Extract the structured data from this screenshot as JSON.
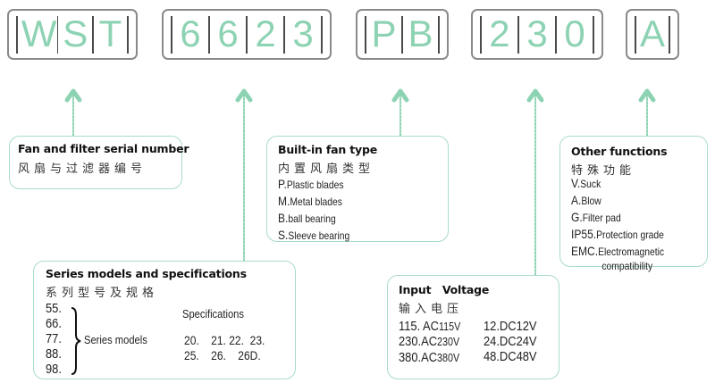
{
  "code_groups": [
    {
      "id": "wst",
      "chars": [
        "W",
        "S",
        "T"
      ]
    },
    {
      "id": "6623",
      "chars": [
        "6",
        "6",
        "2",
        "3"
      ]
    },
    {
      "id": "pb",
      "chars": [
        "P",
        "B"
      ]
    },
    {
      "id": "230",
      "chars": [
        "2",
        "3",
        "0"
      ]
    },
    {
      "id": "a",
      "chars": [
        "A"
      ]
    }
  ],
  "colors": {
    "accent_green": "#8dd3b3",
    "box_border_green": "#a9dcc6",
    "code_box_border": "#8a8a8a",
    "separator": "#4a4a4a"
  },
  "boxes": {
    "serial": {
      "title": "Fan and filter serial number",
      "title_cn": "风扇与过滤器编号"
    },
    "series": {
      "title": "Series models and specifications",
      "title_cn": "系列型号及规格",
      "models": [
        "55.",
        "66.",
        "77.",
        "88.",
        "98."
      ],
      "models_label": "Series models",
      "specs_label": "Specifications",
      "specs_row1": [
        "20.",
        "21.",
        "22.",
        "23."
      ],
      "specs_row2": [
        "25.",
        "26.",
        "26D."
      ]
    },
    "fan_type": {
      "title": "Built-in fan type",
      "title_cn": "内置风扇类型",
      "items": [
        {
          "key": "P.",
          "text": "Plastic blades"
        },
        {
          "key": "M.",
          "text": "Metal blades"
        },
        {
          "key": "B.",
          "text": "ball bearing"
        },
        {
          "key": "S.",
          "text": "Sleeve bearing"
        }
      ]
    },
    "voltage": {
      "title": "Input   Voltage",
      "title_cn": "输入电压",
      "ac": [
        {
          "key": "115. AC",
          "val": "115V"
        },
        {
          "key": "230.AC",
          "val": "230V"
        },
        {
          "key": "380.AC",
          "val": "380V"
        }
      ],
      "dc": [
        {
          "key": "12.DC",
          "val": "12V"
        },
        {
          "key": "24.DC",
          "val": "24V"
        },
        {
          "key": "48.DC",
          "val": "48V"
        }
      ]
    },
    "other": {
      "title": "Other functions",
      "title_cn": "特殊功能",
      "items": [
        {
          "key": "V.",
          "text": "Suck"
        },
        {
          "key": "A.",
          "text": "Blow"
        },
        {
          "key": "G.",
          "text": "Filter pad"
        },
        {
          "key": "IP55.",
          "text": "Protection grade"
        },
        {
          "key": "EMC.",
          "text": "Electromagnetic"
        }
      ],
      "continuation": "compatibility"
    }
  }
}
